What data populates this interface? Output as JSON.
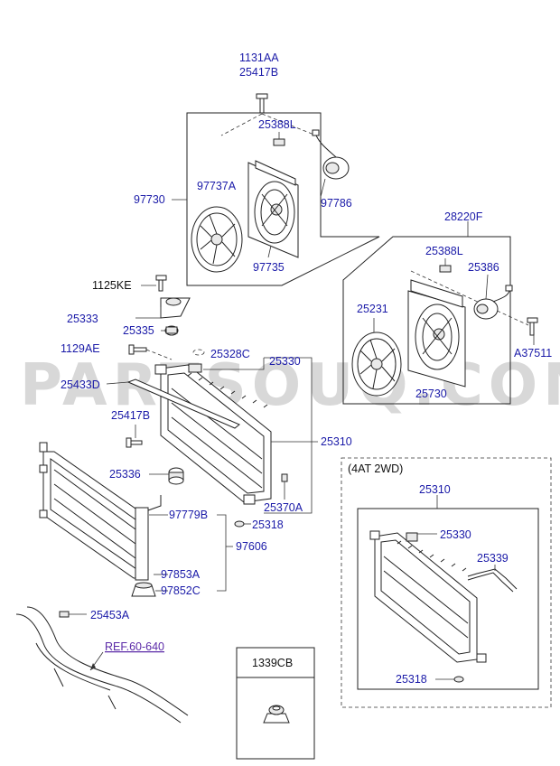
{
  "watermark": "PARTSOUQ.COM",
  "labels": {
    "p1131AA": "1131AA",
    "p25417B_top": "25417B",
    "p25388L_a": "25388L",
    "p97737A": "97737A",
    "p97730": "97730",
    "p97786": "97786",
    "p97735": "97735",
    "p28220F": "28220F",
    "p25388L_b": "25388L",
    "p25386": "25386",
    "p25231": "25231",
    "pA37511": "A37511",
    "p25730": "25730",
    "p1125KE": "1125KE",
    "p25333": "25333",
    "p25335": "25335",
    "p1129AE": "1129AE",
    "p25328C": "25328C",
    "p25330": "25330",
    "p25433D": "25433D",
    "p25417B_mid": "25417B",
    "p25310": "25310",
    "p25336": "25336",
    "p25370A": "25370A",
    "p97779B": "97779B",
    "p25318": "25318",
    "p97606": "97606",
    "p97853A": "97853A",
    "p97852C": "97852C",
    "p25453A": "25453A",
    "ref": "REF.60-640",
    "variant": "(4AT 2WD)",
    "v25310": "25310",
    "v25330": "25330",
    "v25339": "25339",
    "v25318": "25318",
    "p1339CB": "1339CB"
  }
}
